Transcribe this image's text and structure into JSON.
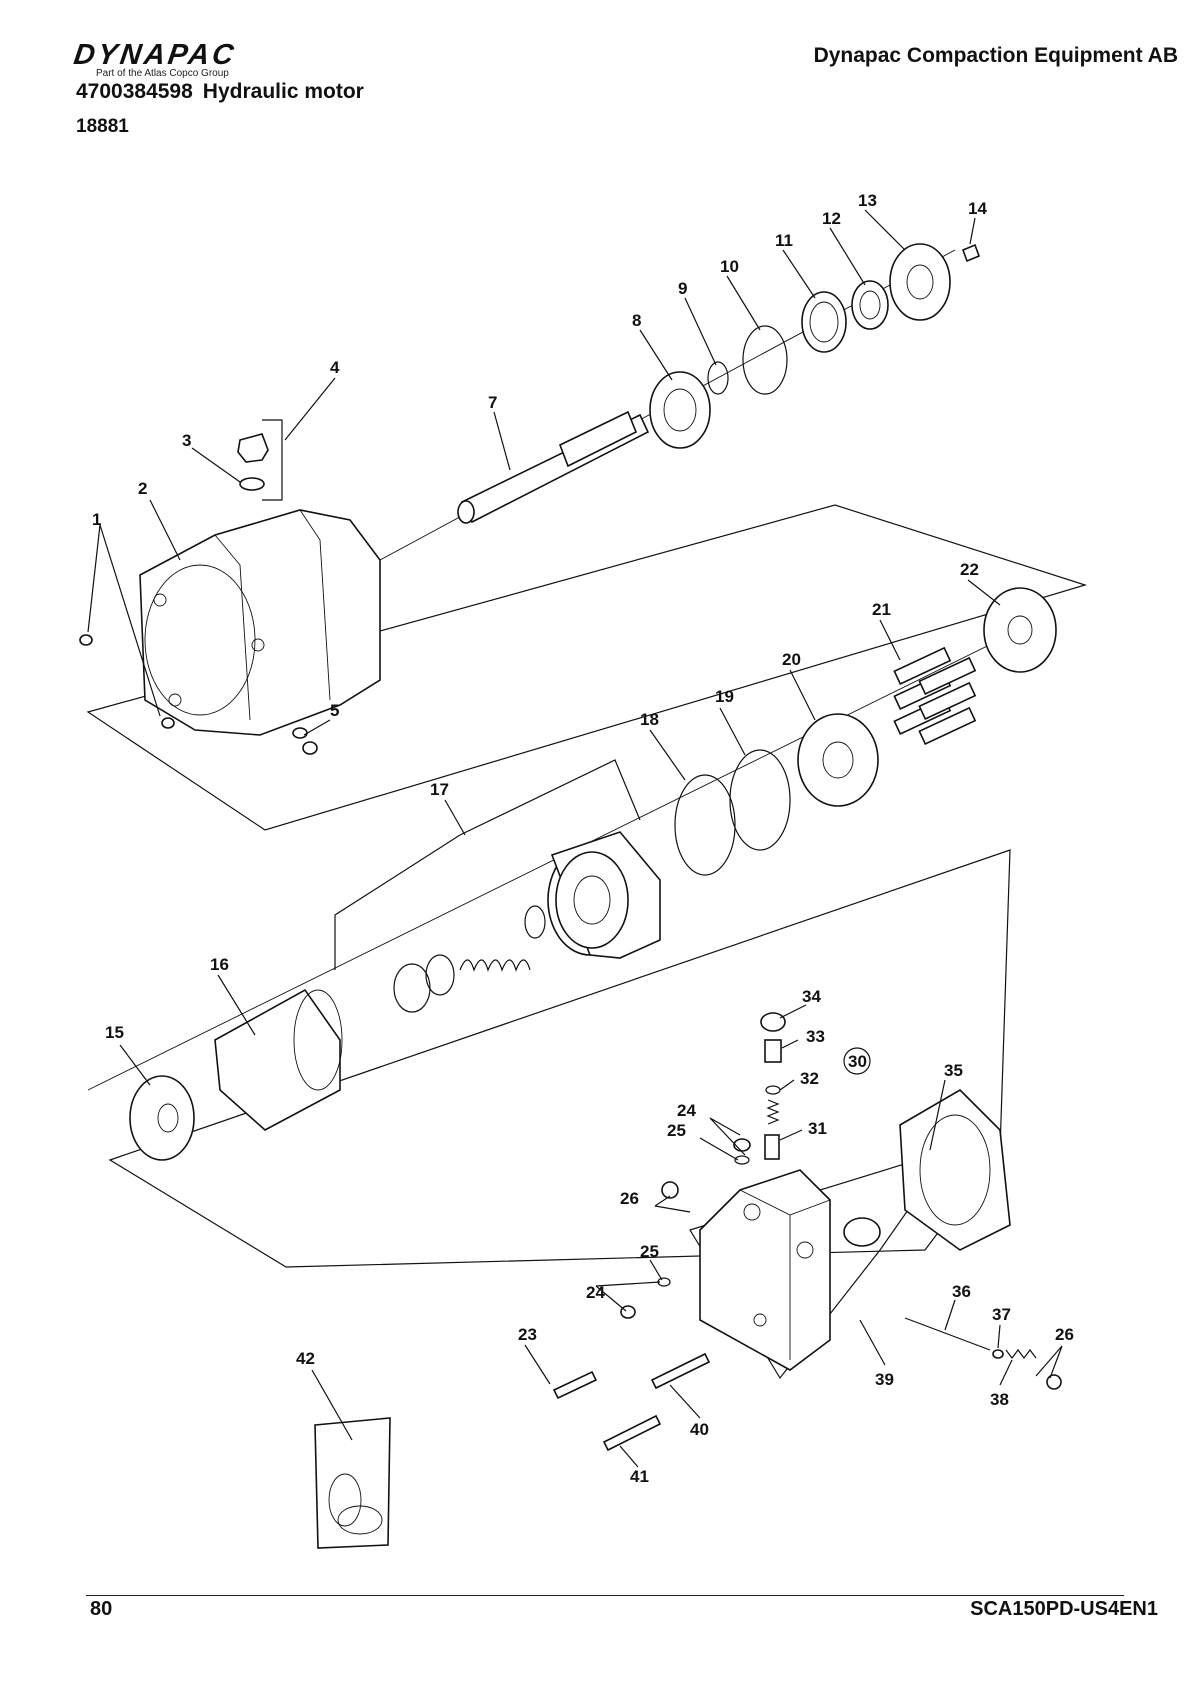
{
  "header": {
    "logo_text": "DYNAPAC",
    "logo_subtitle": "Part of the Atlas Copco Group",
    "company": "Dynapac Compaction Equipment AB",
    "part_number": "4700384598",
    "part_name": "Hydraulic motor",
    "drawing_number": "18881"
  },
  "footer": {
    "page_number": "80",
    "document_code": "SCA150PD-US4EN1"
  },
  "callouts": [
    "1",
    "2",
    "3",
    "4",
    "5",
    "7",
    "8",
    "9",
    "10",
    "11",
    "12",
    "13",
    "14",
    "15",
    "16",
    "17",
    "18",
    "19",
    "20",
    "21",
    "22",
    "23",
    "24",
    "24",
    "25",
    "25",
    "26",
    "26",
    "30",
    "31",
    "32",
    "33",
    "34",
    "35",
    "36",
    "37",
    "38",
    "39",
    "40",
    "41",
    "42"
  ]
}
